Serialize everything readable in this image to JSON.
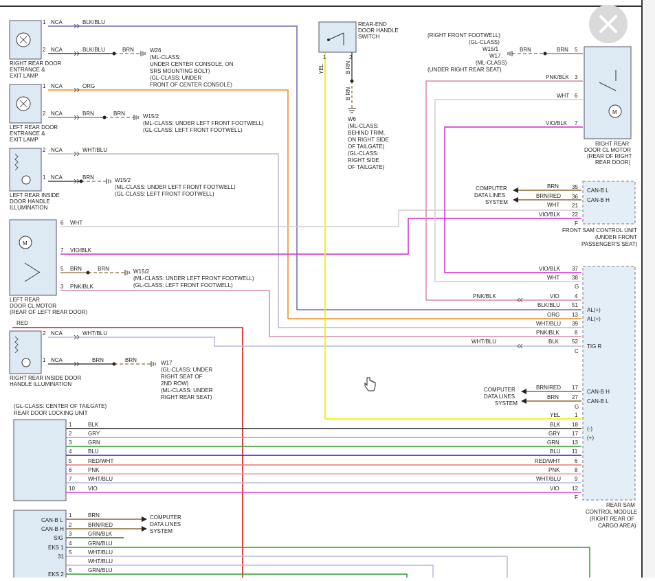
{
  "close_label": "Close",
  "lamps": {
    "rr_entrance": [
      "RIGHT REAR DOOR",
      "ENTRANCE &",
      "EXIT LAMP"
    ],
    "lr_entrance": [
      "LEFT REAR DOOR",
      "ENTRANCE &",
      "EXIT LAMP"
    ],
    "lr_handle": [
      "LEFT REAR INSIDE",
      "DOOR HANDLE",
      "ILLUMINATION"
    ],
    "lr_motor": [
      "LEFT REAR",
      "DOOR CL MOTOR",
      "(REAR OF LEFT REAR DOOR)"
    ],
    "rr_handle": [
      "RIGHT REAR INSIDE DOOR",
      "HANDLE ILLUMINATION"
    ]
  },
  "grounds": {
    "w26": [
      "W26",
      "(ML-CLASS:",
      "UNDER CENTER CONSOLE, ON",
      "SRS MOUNTING BOLT)",
      "(GL-CLASS: UNDER",
      "FRONT OF CENTER CONSOLE)"
    ],
    "w15_a": [
      "W15/2",
      "(ML-CLASS: UNDER LEFT FRONT FOOTWELL)",
      "(GL-CLASS: LEFT FRONT FOOTWELL)"
    ],
    "w15_b": [
      "W15/2",
      "(ML-CLASS: UNDER LEFT FRONT FOOTWELL)",
      "(GL-CLASS: LEFT FRONT FOOTWELL)"
    ],
    "w15_c": [
      "W15/2",
      "(ML-CLASS: UNDER LEFT FRONT FOOTWELL)",
      "(GL-CLASS: LEFT FRONT FOOTWELL)"
    ],
    "w17_left": [
      "W17",
      "(GL-CLASS: UNDER",
      "RIGHT SEAT OF",
      "2ND ROW)",
      "(ML-CLASS: UNDER",
      "RIGHT REAR SEAT)"
    ],
    "w6": [
      "W6",
      "(ML-CLASS:",
      "BEHIND TRIM,",
      "ON RIGHT SIDE",
      "OF TAILGATE)",
      "(GL-CLASS:",
      "RIGHT SIDE",
      "OF TAILGATE)"
    ],
    "w15_w17_right": [
      "(RIGHT FRONT FOOTWELL)",
      "(GL-CLASS)",
      "W15/1",
      "W17",
      "(ML-CLASS)",
      "(UNDER RIGHT REAR SEAT)"
    ]
  },
  "switch": [
    "REAR-END",
    "DOOR HANDLE",
    "SWITCH"
  ],
  "rr_motor": [
    "RIGHT REAR",
    "DOOR CL MOTOR",
    "(REAR OF RIGHT",
    "REAR DOOR)"
  ],
  "front_sam": [
    "FRONT SAM CONTROL UNIT",
    "(UNDER FRONT",
    "PASSENGER'S SEAT)"
  ],
  "rear_sam": [
    "REAR SAM",
    "CONTROL MODULE",
    "(RIGHT REAR OF",
    "CARGO AREA)"
  ],
  "locking_unit": [
    "(GL-CLASS: CENTER OF TAILGATE)",
    "REAR DOOR LOCKING UNIT"
  ],
  "data_lines": [
    "COMPUTER",
    "DATA LINES",
    "SYSTEM"
  ],
  "pins": {
    "front_sam": [
      "CAN-B L",
      "CAN-B H",
      "F"
    ],
    "rear_sam": [
      "G",
      "AL(+)",
      "AL(+)",
      "TIG R",
      "C",
      "CAN-B H",
      "CAN-B L",
      "G",
      "(-)",
      "(+)",
      "F"
    ]
  },
  "wires": {
    "nca": "NCA",
    "blk_blu": "BLK/BLU",
    "brn": "BRN",
    "org": "ORG",
    "wht_blu": "WHT/BLU",
    "wht": "WHT",
    "vio_blk": "VIO/BLK",
    "pnk_blk": "PNK/BLK",
    "red": "RED",
    "yel": "YEL",
    "b_rn": "B RN",
    "brn_red": "BRN/RED",
    "blk": "BLK",
    "gry": "GRY",
    "grn": "GRN",
    "blu": "BLU",
    "red_wht": "RED/WHT",
    "pnk": "PNK",
    "vio": "VIO",
    "grn_blk": "GRN/BLK",
    "grn_blu": "GRN/BLU"
  },
  "bottom_pins": [
    "CAN-B L",
    "CAN-B H",
    "SIG",
    "EKS 1",
    "31",
    "EKS 2"
  ],
  "colors": {
    "blk_blu": "#6a6ab0",
    "org": "#f08a1c",
    "wht_blu": "#b8b8dc",
    "wht": "#cfcfcf",
    "vio_blk": "#d426d4",
    "pnk_blk": "#d88a9e",
    "red": "#e01010",
    "yel": "#f2f200",
    "brn": "#8a6a2e",
    "blk": "#222222",
    "gry": "#a0a0a0",
    "grn": "#2e9a2e",
    "blu": "#1a1ae0",
    "red_wht": "#f07070",
    "pnk": "#f0a0b0",
    "vio": "#e040e0"
  }
}
